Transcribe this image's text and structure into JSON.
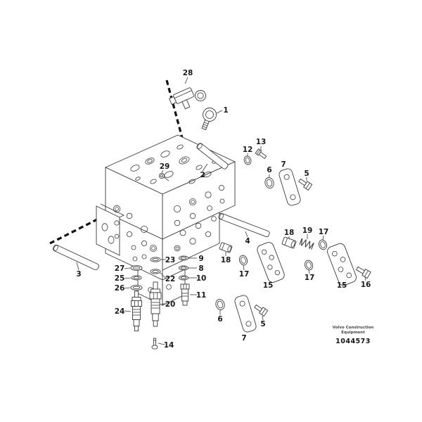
{
  "figure": {
    "publisher_line1": "Volvo Construction",
    "publisher_line2": "Equipment",
    "figure_number": "1044573"
  },
  "callouts": {
    "c1": {
      "label": "1"
    },
    "c2": {
      "label": "2"
    },
    "c3": {
      "label": "3"
    },
    "c4": {
      "label": "4"
    },
    "c5a": {
      "label": "5"
    },
    "c5b": {
      "label": "5"
    },
    "c6a": {
      "label": "6"
    },
    "c6b": {
      "label": "6"
    },
    "c7a": {
      "label": "7"
    },
    "c7b": {
      "label": "7"
    },
    "c8": {
      "label": "8"
    },
    "c9": {
      "label": "9"
    },
    "c10": {
      "label": "10"
    },
    "c11": {
      "label": "11"
    },
    "c12": {
      "label": "12"
    },
    "c13": {
      "label": "13"
    },
    "c14": {
      "label": "14"
    },
    "c15a": {
      "label": "15"
    },
    "c15b": {
      "label": "15"
    },
    "c16": {
      "label": "16"
    },
    "c17a": {
      "label": "17"
    },
    "c17b": {
      "label": "17"
    },
    "c17c": {
      "label": "17"
    },
    "c18a": {
      "label": "18"
    },
    "c18b": {
      "label": "18"
    },
    "c19": {
      "label": "19"
    },
    "c20": {
      "label": "20"
    },
    "c22": {
      "label": "22"
    },
    "c23": {
      "label": "23"
    },
    "c24": {
      "label": "24"
    },
    "c25": {
      "label": "25"
    },
    "c26": {
      "label": "26"
    },
    "c27": {
      "label": "27"
    },
    "c28": {
      "label": "28"
    },
    "c29": {
      "label": "29"
    }
  }
}
